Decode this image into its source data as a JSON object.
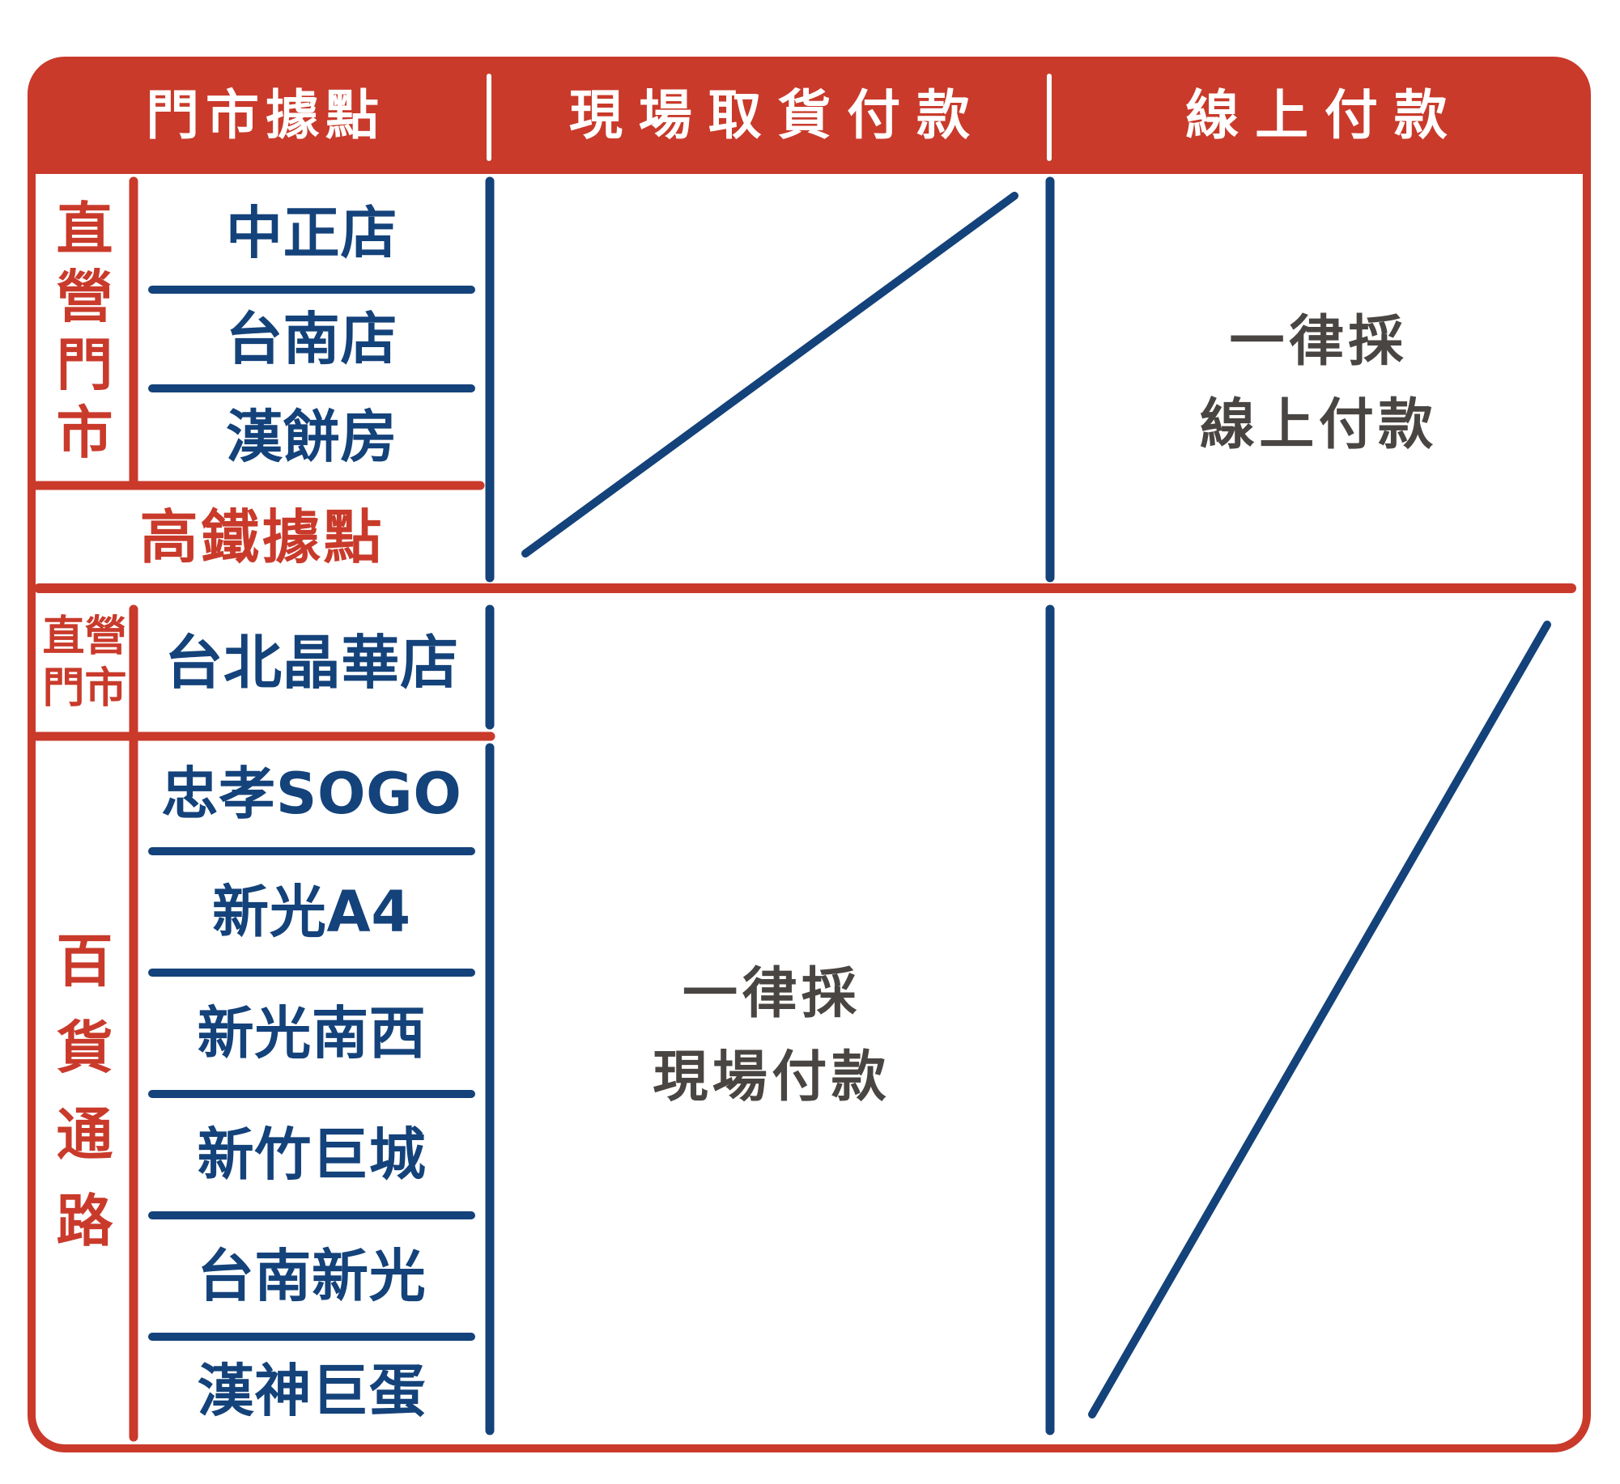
{
  "colors": {
    "red": "#C93A2B",
    "blue": "#14427A",
    "gray": "#494542",
    "white": "#FFFFFF"
  },
  "header": {
    "store_locations": "門市據點",
    "onsite_pickup_payment": "現場取貨付款",
    "online_payment": "線上付款"
  },
  "section_direct_retail": {
    "label": "直營門市",
    "stores": [
      "中正店",
      "台南店",
      "漢餅房"
    ],
    "hsr_label": "高鐵據點"
  },
  "section_direct_hotel": {
    "label_line1": "直營",
    "label_line2": "門市",
    "store": "台北晶華店"
  },
  "section_department": {
    "label": "百貨通路",
    "stores": [
      "忠孝SOGO",
      "新光A4",
      "新光南西",
      "新竹巨城",
      "台南新光",
      "漢神巨蛋"
    ]
  },
  "notes": {
    "online_only_line1": "一律採",
    "online_only_line2": "線上付款",
    "onsite_only_line1": "一律採",
    "onsite_only_line2": "現場付款"
  }
}
